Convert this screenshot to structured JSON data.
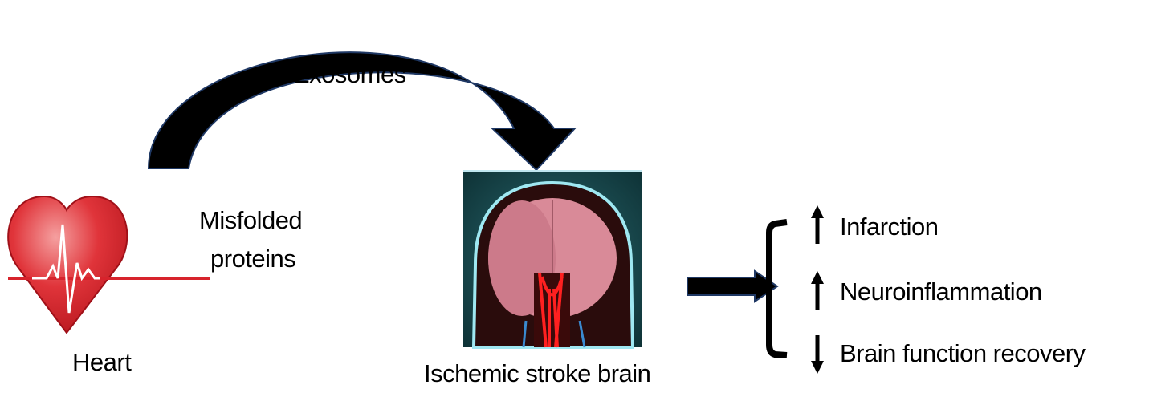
{
  "labels": {
    "exosomes": "Exosomes",
    "misfolded_line1": "Misfolded",
    "misfolded_line2": "proteins",
    "heart": "Heart",
    "brain": "Ischemic stroke brain"
  },
  "outcomes": [
    {
      "direction": "up",
      "label": "Infarction"
    },
    {
      "direction": "up",
      "label": "Neuroinflammation"
    },
    {
      "direction": "down",
      "label": "Brain function recovery"
    }
  ],
  "colors": {
    "heart": "#d7232c",
    "arrow": "#000000",
    "arrow_edge": "#1f3864",
    "brain_bg": "#1a4a4e"
  }
}
